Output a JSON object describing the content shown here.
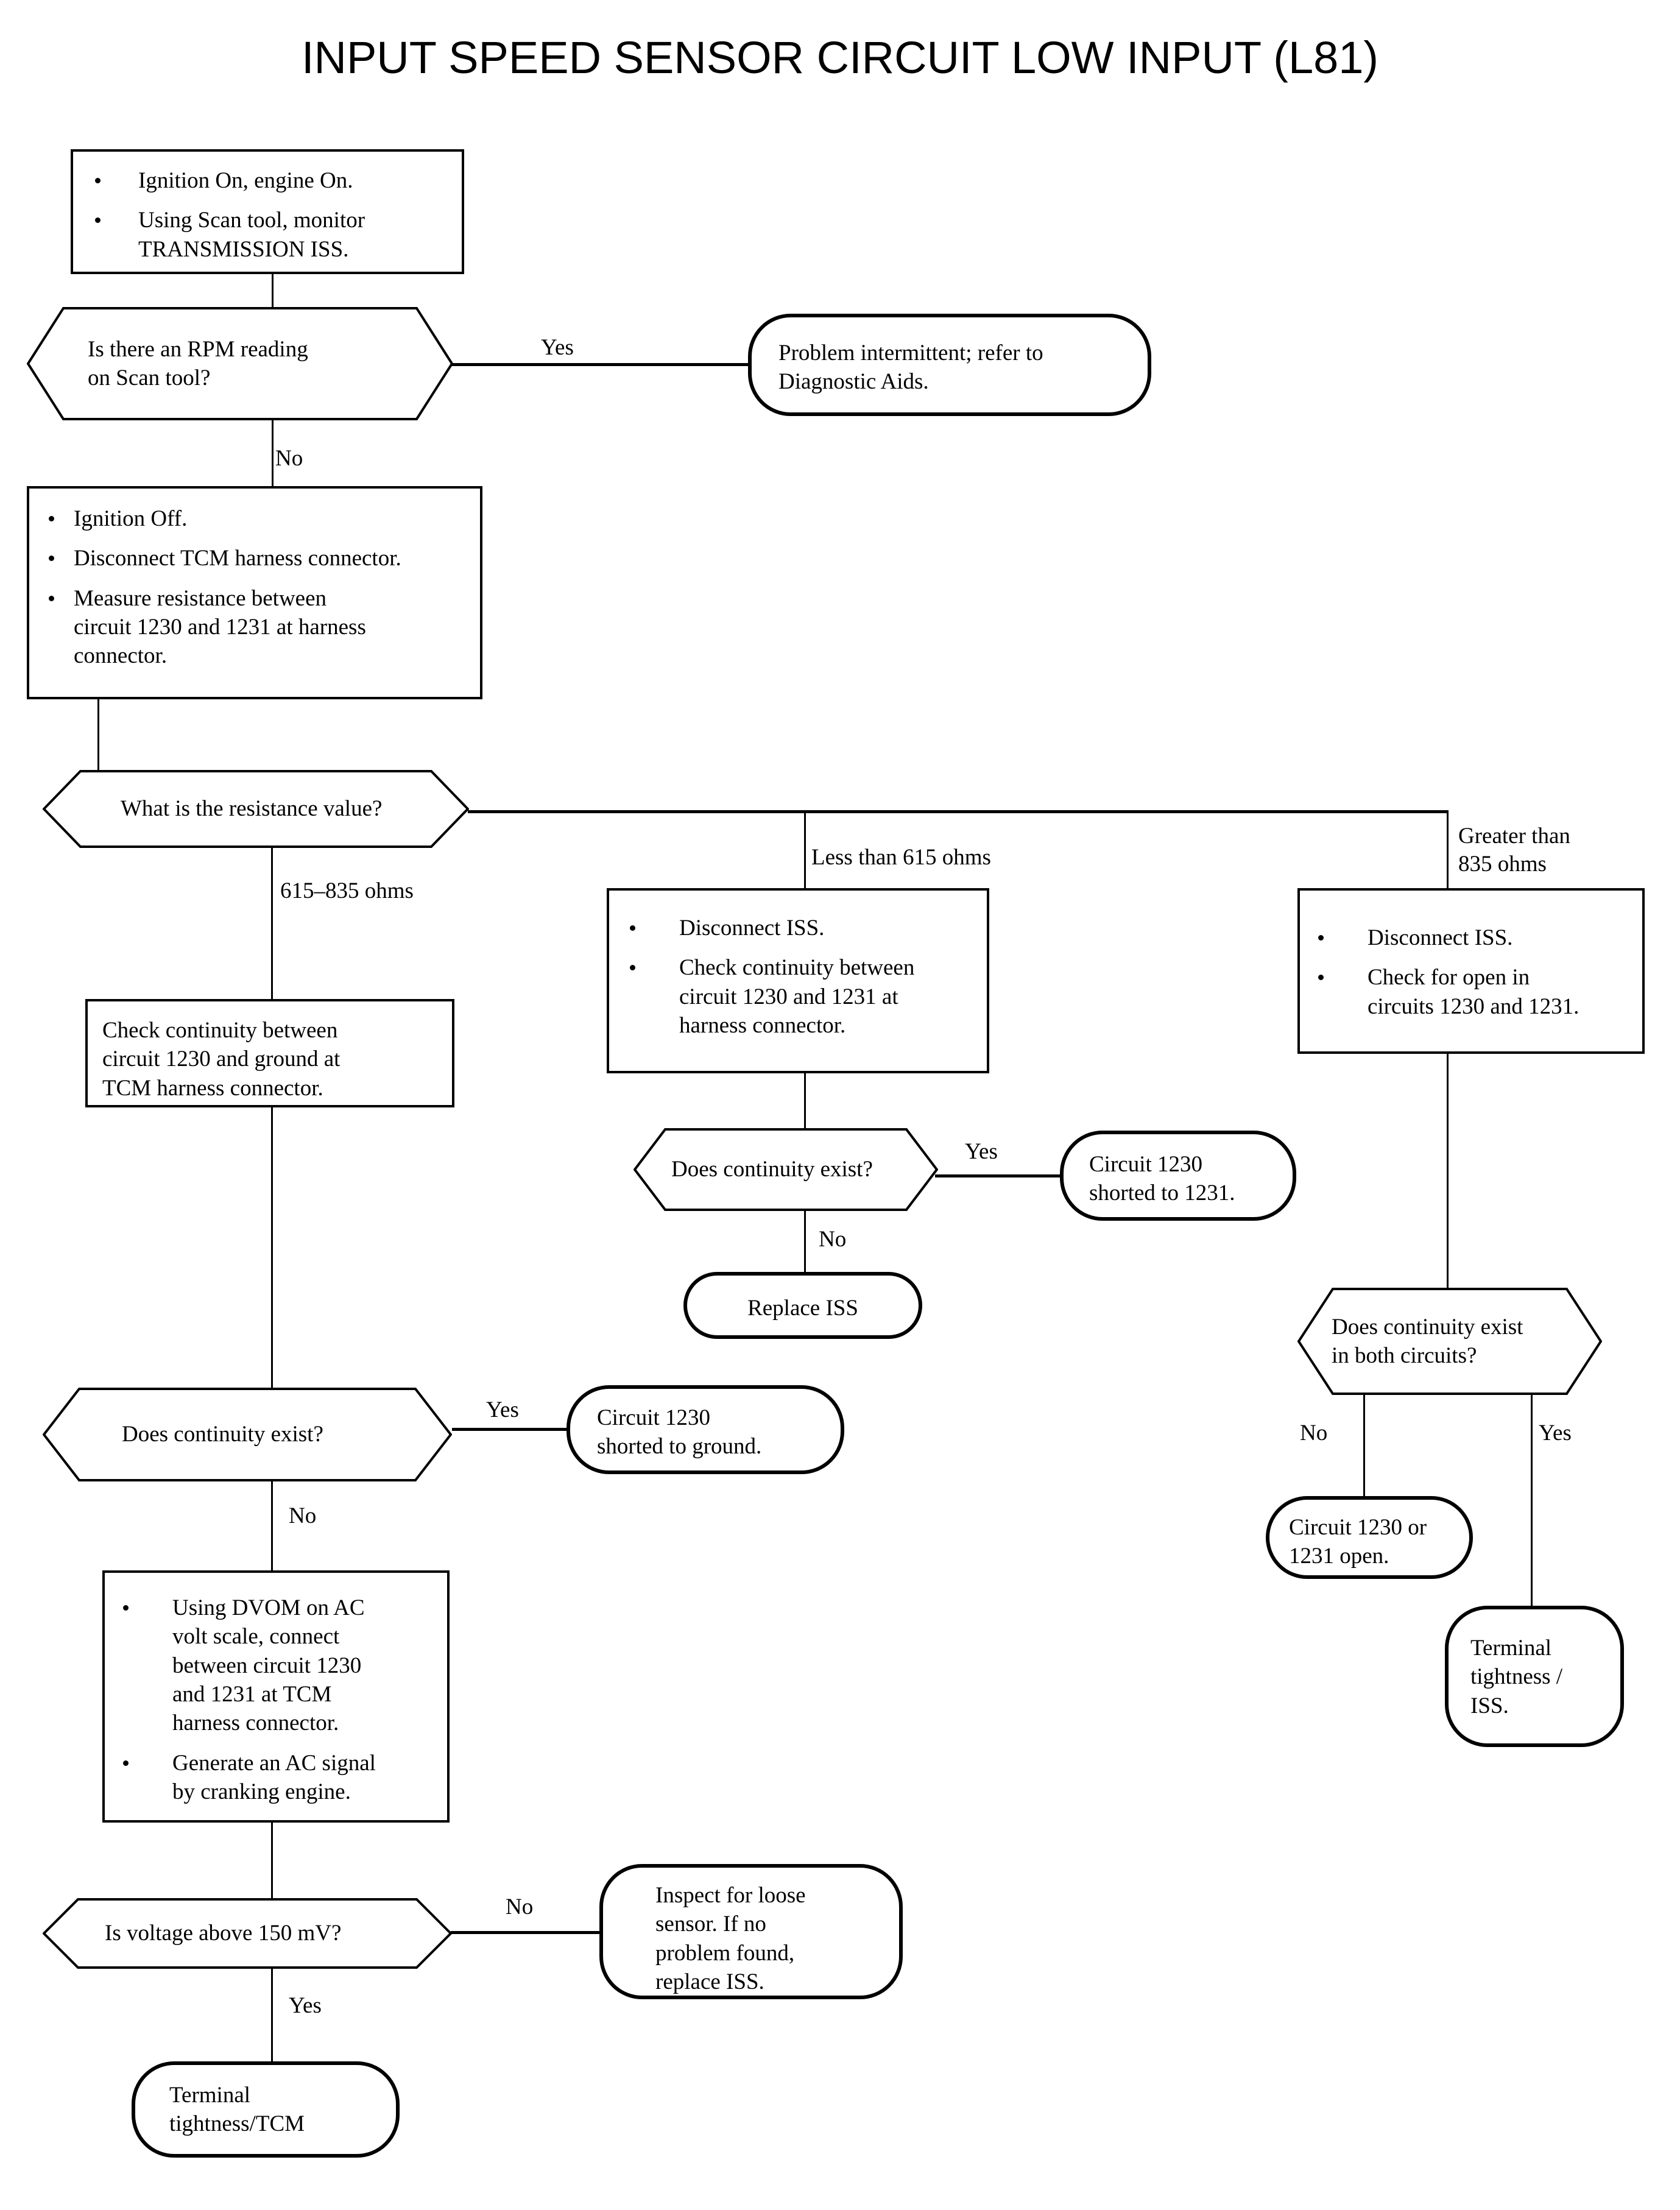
{
  "title": "INPUT SPEED SENSOR CIRCUIT LOW INPUT (L81)",
  "diagram": {
    "type": "flowchart",
    "nodes": {
      "start_step": {
        "shape": "process",
        "bullets": [
          "Ignition On, engine On.",
          "Using Scan tool, monitor\nTRANSMISSION ISS."
        ]
      },
      "rpm_question": {
        "shape": "decision",
        "text": "Is there an RPM reading\non Scan tool?"
      },
      "intermittent": {
        "shape": "terminator",
        "text": "Problem intermittent; refer to\nDiagnostic Aids."
      },
      "measure_resistance": {
        "shape": "process",
        "bullets": [
          "Ignition Off.",
          "Disconnect TCM harness connector.",
          "Measure resistance between\ncircuit 1230 and 1231 at harness\nconnector."
        ]
      },
      "resistance_question": {
        "shape": "decision",
        "text": "What is the resistance value?"
      },
      "check_ground": {
        "shape": "process",
        "text": "Check continuity between\ncircuit 1230 and ground at\nTCM harness connector."
      },
      "disconnect_iss_mid": {
        "shape": "process",
        "bullets": [
          "Disconnect  ISS.",
          "Check continuity between\ncircuit 1230 and 1231 at\nharness connector."
        ]
      },
      "disconnect_iss_right": {
        "shape": "process",
        "bullets": [
          "Disconnect ISS.",
          "Check for open in\ncircuits 1230 and 1231."
        ]
      },
      "continuity_question_mid": {
        "shape": "decision",
        "text": "Does continuity exist?"
      },
      "shorted_1231": {
        "shape": "terminator",
        "text": "Circuit 1230\nshorted to 1231."
      },
      "replace_iss": {
        "shape": "terminator",
        "text": "Replace ISS"
      },
      "continuity_both_question": {
        "shape": "decision",
        "text": "Does continuity exist\nin both circuits?"
      },
      "circuit_open": {
        "shape": "terminator",
        "text": "Circuit 1230 or\n1231 open."
      },
      "terminal_iss": {
        "shape": "terminator",
        "text": "Terminal\ntightness /\nISS."
      },
      "continuity_question_left": {
        "shape": "decision",
        "text": "Does continuity exist?"
      },
      "shorted_ground": {
        "shape": "terminator",
        "text": "Circuit 1230\nshorted to ground."
      },
      "dvom_step": {
        "shape": "process",
        "bullets": [
          "Using DVOM on AC\nvolt scale, connect\nbetween circuit 1230\nand 1231 at TCM\nharness connector.",
          "Generate an AC signal\nby cranking engine."
        ]
      },
      "voltage_question": {
        "shape": "decision",
        "text": "Is voltage above 150 mV?"
      },
      "inspect_sensor": {
        "shape": "terminator",
        "text": "Inspect for loose\nsensor. If no\nproblem found,\nreplace ISS."
      },
      "terminal_tcm": {
        "shape": "terminator",
        "text": "Terminal\ntightness/TCM"
      }
    },
    "edge_labels": {
      "rpm_yes": "Yes",
      "rpm_no": "No",
      "res_mid": "615–835 ohms",
      "res_less": "Less than 615 ohms",
      "res_greater": "Greater than\n835 ohms",
      "cont_mid_yes": "Yes",
      "cont_mid_no": "No",
      "cont_both_no": "No",
      "cont_both_yes": "Yes",
      "cont_left_yes": "Yes",
      "cont_left_no": "No",
      "volt_no": "No",
      "volt_yes": "Yes"
    }
  }
}
